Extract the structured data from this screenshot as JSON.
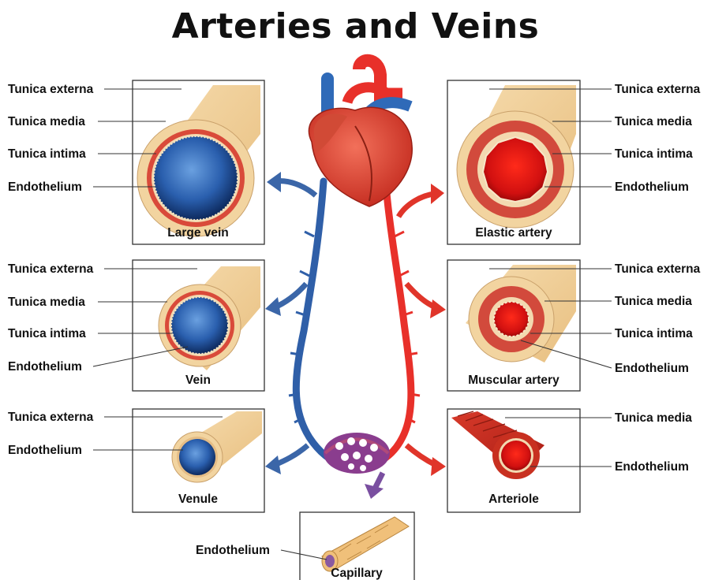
{
  "title": "Arteries and Veins",
  "vessels": {
    "large_vein": {
      "caption": "Large vein",
      "labels": [
        "Tunica externa",
        "Tunica media",
        "Tunica intima",
        "Endothelium"
      ]
    },
    "vein": {
      "caption": "Vein",
      "labels": [
        "Tunica externa",
        "Tunica media",
        "Tunica intima",
        "Endothelium"
      ]
    },
    "venule": {
      "caption": "Venule",
      "labels": [
        "Tunica externa",
        "Endothelium"
      ]
    },
    "elastic_artery": {
      "caption": "Elastic artery",
      "labels": [
        "Tunica externa",
        "Tunica media",
        "Tunica intima",
        "Endothelium"
      ]
    },
    "muscular_artery": {
      "caption": "Muscular artery",
      "labels": [
        "Tunica externa",
        "Tunica media",
        "Tunica intima",
        "Endothelium"
      ]
    },
    "arteriole": {
      "caption": "Arteriole",
      "labels": [
        "Tunica media",
        "Endothelium"
      ]
    },
    "capillary": {
      "caption": "Capillary",
      "labels": [
        "Endothelium"
      ]
    }
  },
  "colors": {
    "vein_blue": "#2f5fa8",
    "artery_red": "#e8302a",
    "capillary_purple": "#7a4fa0",
    "tunica_externa": "#f2d4a0"
  }
}
